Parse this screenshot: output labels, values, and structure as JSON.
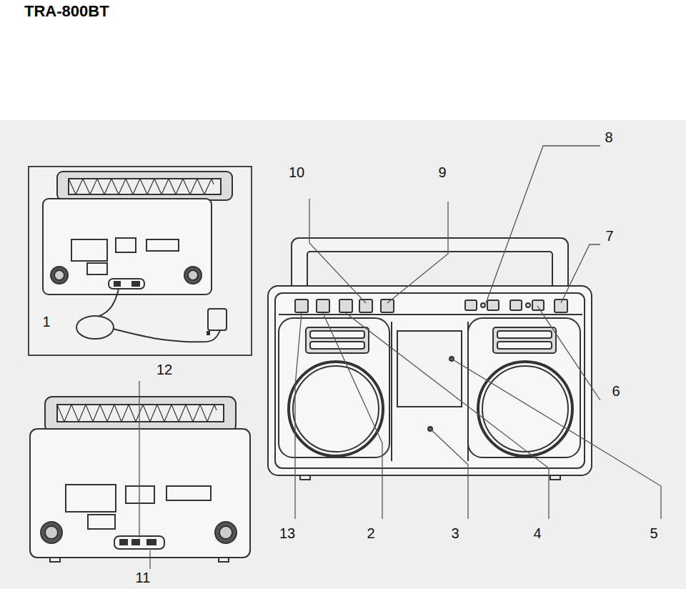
{
  "diagram": {
    "title": "TRA-800BT",
    "labels": [
      "8",
      "10",
      "9",
      "7",
      "1",
      "12",
      "6",
      "13",
      "2",
      "3",
      "4",
      "5",
      "11"
    ]
  }
}
